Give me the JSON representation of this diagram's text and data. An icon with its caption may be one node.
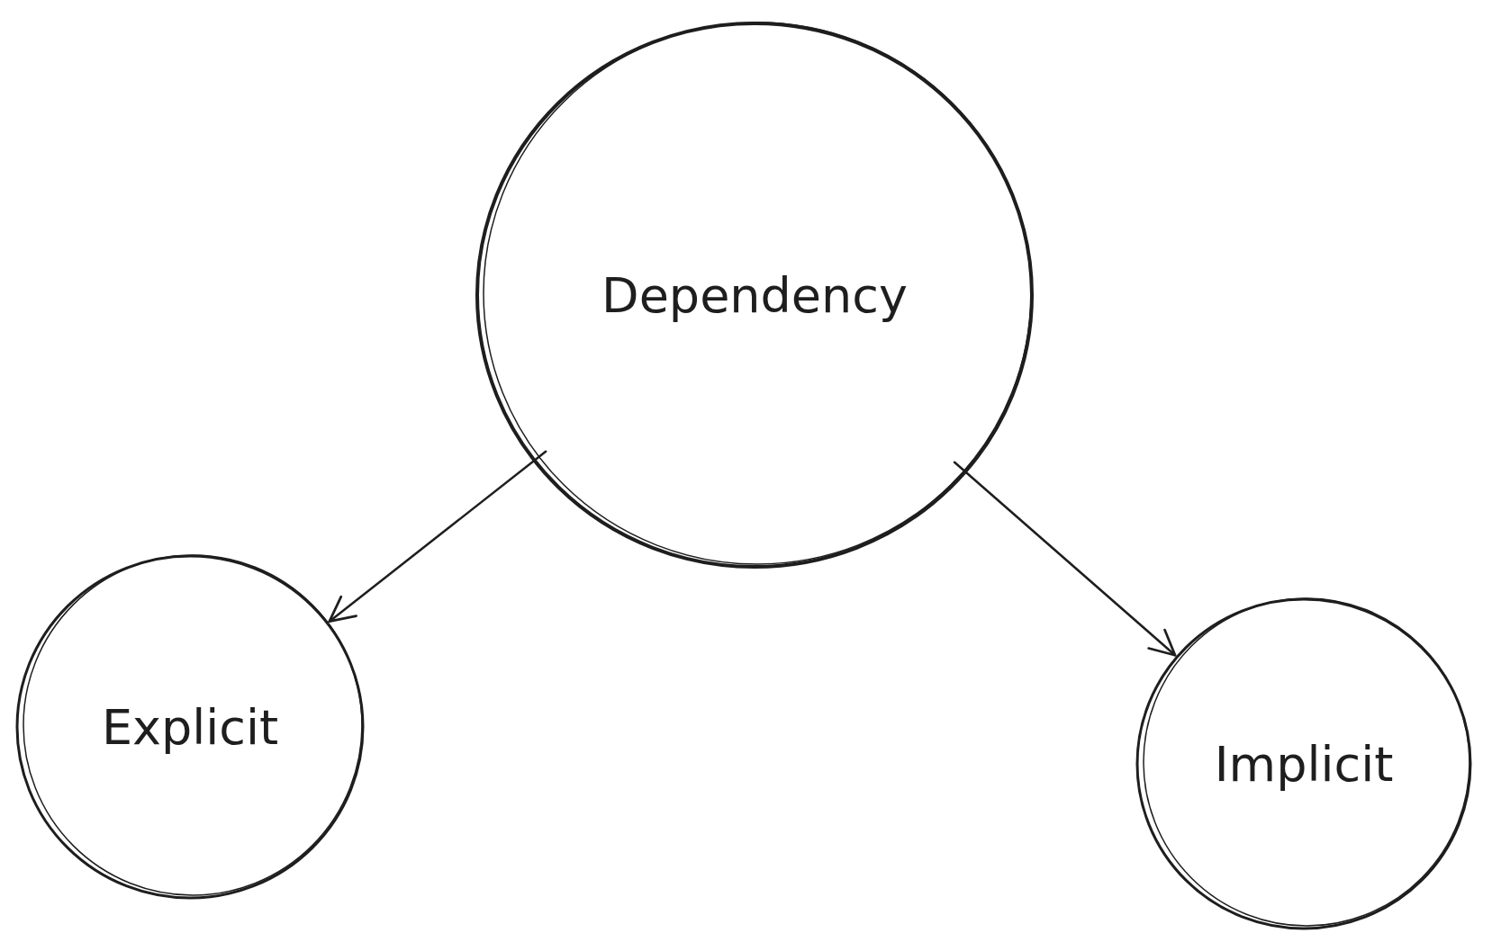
{
  "diagram": {
    "nodes": [
      {
        "text": [
          "Dependency"
        ]
      },
      {
        "text": [
          "Explicit"
        ]
      },
      {
        "text": [
          "Implicit"
        ]
      }
    ],
    "edges": [
      {
        "from": 0,
        "to": 1,
        "arrow": "to"
      },
      {
        "from": 0,
        "to": 2,
        "arrow": "to"
      }
    ]
  }
}
